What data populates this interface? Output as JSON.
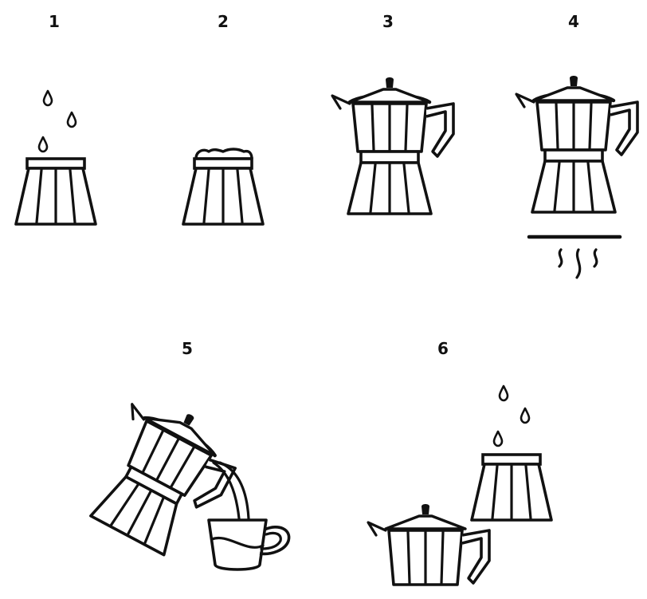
{
  "steps": [
    {
      "number": "1",
      "icon": "filled-water-base-icon"
    },
    {
      "number": "2",
      "icon": "coffee-filled-base-icon"
    },
    {
      "number": "3",
      "icon": "assembled-moka-pot-icon"
    },
    {
      "number": "4",
      "icon": "moka-pot-on-stove-icon"
    },
    {
      "number": "5",
      "icon": "pouring-coffee-into-cup-icon"
    },
    {
      "number": "6",
      "icon": "cleaning-base-and-pot-icon"
    }
  ],
  "colors": {
    "ink": "#111111",
    "background": "#ffffff"
  }
}
